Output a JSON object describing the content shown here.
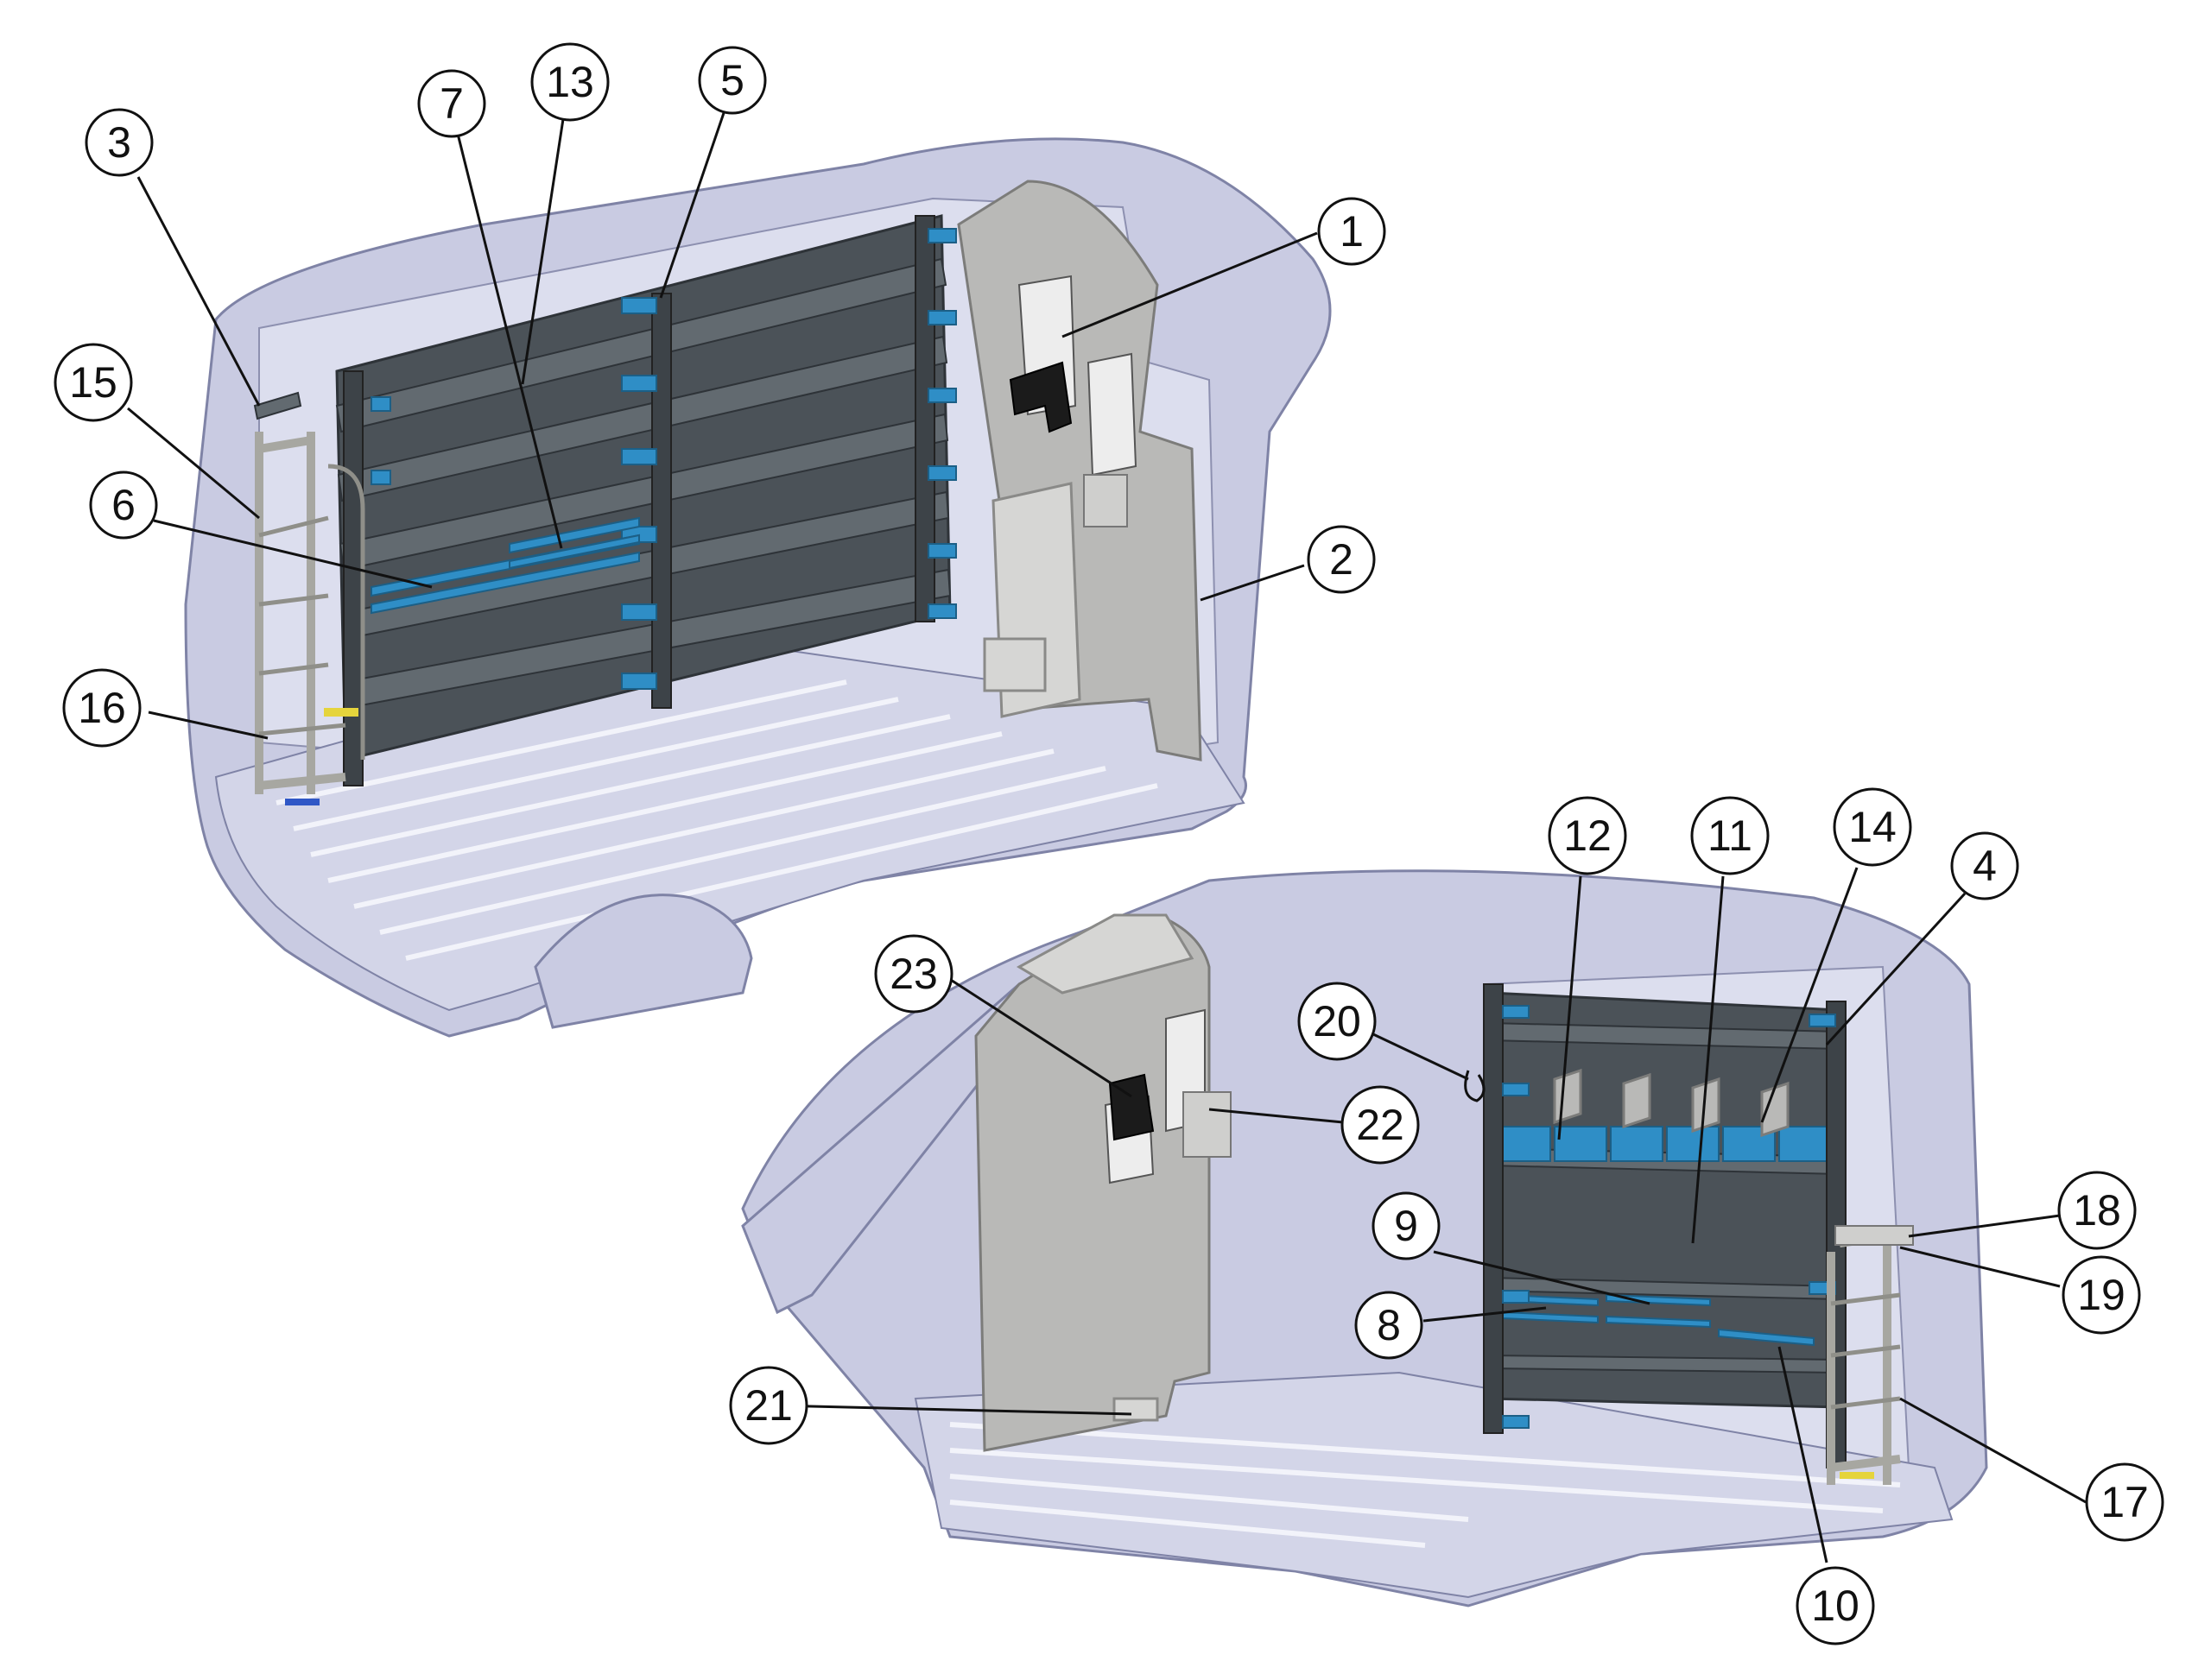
{
  "callouts": [
    {
      "id": "c1",
      "label": "1"
    },
    {
      "id": "c2",
      "label": "2"
    },
    {
      "id": "c3",
      "label": "3"
    },
    {
      "id": "c4",
      "label": "4"
    },
    {
      "id": "c5",
      "label": "5"
    },
    {
      "id": "c6",
      "label": "6"
    },
    {
      "id": "c7",
      "label": "7"
    },
    {
      "id": "c8",
      "label": "8"
    },
    {
      "id": "c9",
      "label": "9"
    },
    {
      "id": "c10",
      "label": "10"
    },
    {
      "id": "c11",
      "label": "11"
    },
    {
      "id": "c12",
      "label": "12"
    },
    {
      "id": "c13",
      "label": "13"
    },
    {
      "id": "c14",
      "label": "14"
    },
    {
      "id": "c15",
      "label": "15"
    },
    {
      "id": "c16",
      "label": "16"
    },
    {
      "id": "c17",
      "label": "17"
    },
    {
      "id": "c18",
      "label": "18"
    },
    {
      "id": "c19",
      "label": "19"
    },
    {
      "id": "c20",
      "label": "20"
    },
    {
      "id": "c21",
      "label": "21"
    },
    {
      "id": "c22",
      "label": "22"
    },
    {
      "id": "c23",
      "label": "23"
    }
  ],
  "colors": {
    "van_body": "#c9cbe2",
    "shelving": "#4b5258",
    "brackets": "#2f8ec6",
    "partition": "#b9b9b7",
    "background": "#ffffff"
  }
}
